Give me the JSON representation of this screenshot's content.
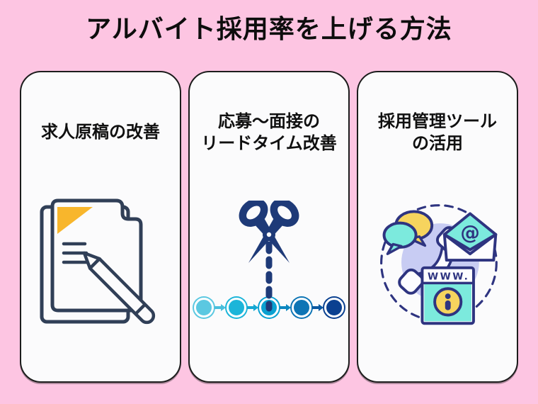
{
  "title": "アルバイト採用率を上げる方法",
  "cards": [
    {
      "id": "job-posting",
      "lines": [
        "求人原稿の改善",
        ""
      ]
    },
    {
      "id": "lead-time",
      "lines": [
        "応募〜面接の",
        "リードタイム改善"
      ]
    },
    {
      "id": "recruitment-tools",
      "lines": [
        "採用管理ツール",
        "の活用"
      ]
    }
  ],
  "icon_labels": {
    "browser_url": "WWW.",
    "email_at": "@"
  },
  "colors": {
    "background_pink": "#fdc5e2",
    "card_bg": "#fbfbfc",
    "card_border": "#1c1c1c",
    "title_text": "#0d0d0d",
    "heading_text": "#101010",
    "document_navy": "#303f57",
    "document_fold_yellow": "#f8b62c",
    "scissors_navy": "#1e3a78",
    "timeline_blues": [
      "#5bc8e1",
      "#1cb5d9",
      "#0aa1d1",
      "#0e75b5",
      "#0a4090"
    ],
    "timeline_arrow_blues": [
      "#49bfdc",
      "#14a8d3",
      "#0d87c0",
      "#0b58a0"
    ],
    "outline_indigo": "#2e3480",
    "lavender_circle": "#c8ccf3",
    "teal": "#7ceadd",
    "soft_yellow": "#f6d45e"
  }
}
